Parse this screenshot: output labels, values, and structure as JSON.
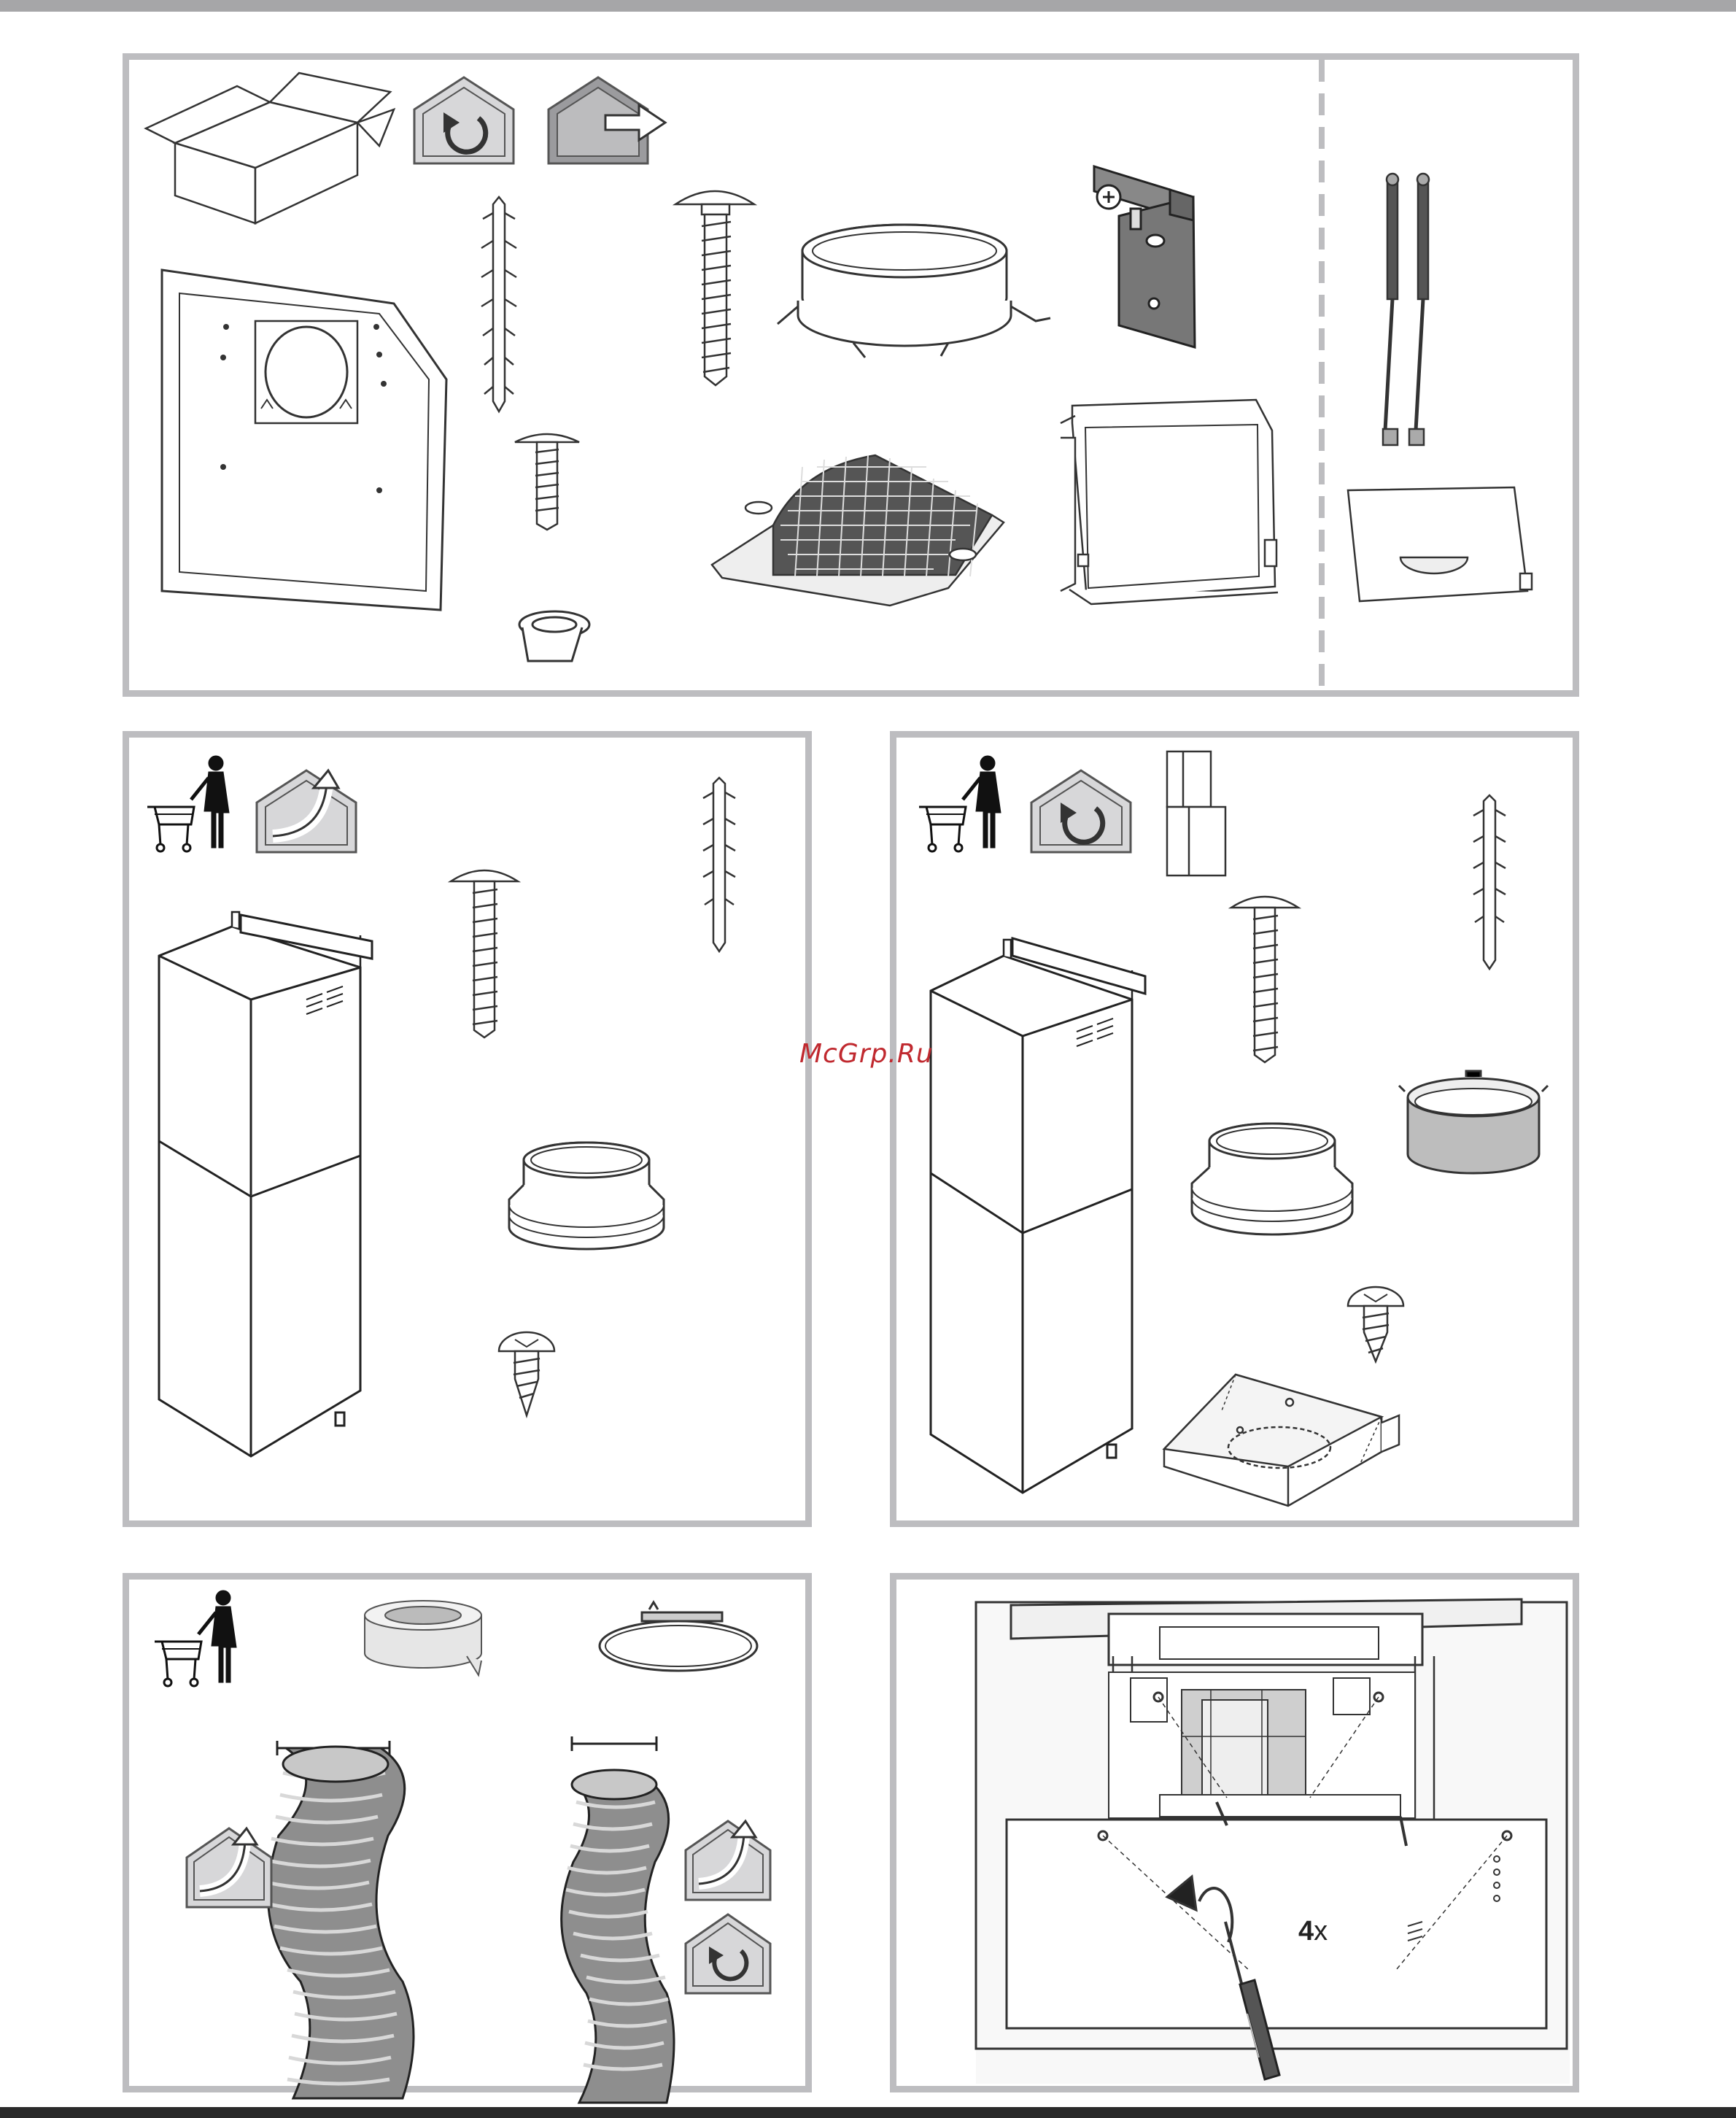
{
  "watermark": "McGrp.Ru",
  "quantity_label": {
    "number": "4",
    "suffix": "x"
  },
  "colors": {
    "panel_border": "#bdbdc0",
    "icon_fill": "#d7d7d9",
    "watermark": "#c0292f",
    "top_bar": "#a6a6a8",
    "bottom_bar": "#2a2a2a"
  },
  "icons": {
    "recirculation": "house-recirculation-icon",
    "ducted_out": "house-exhaust-icon",
    "ducted_up": "house-ducted-up-icon",
    "purchase": "shopping-cart-person-icon"
  }
}
